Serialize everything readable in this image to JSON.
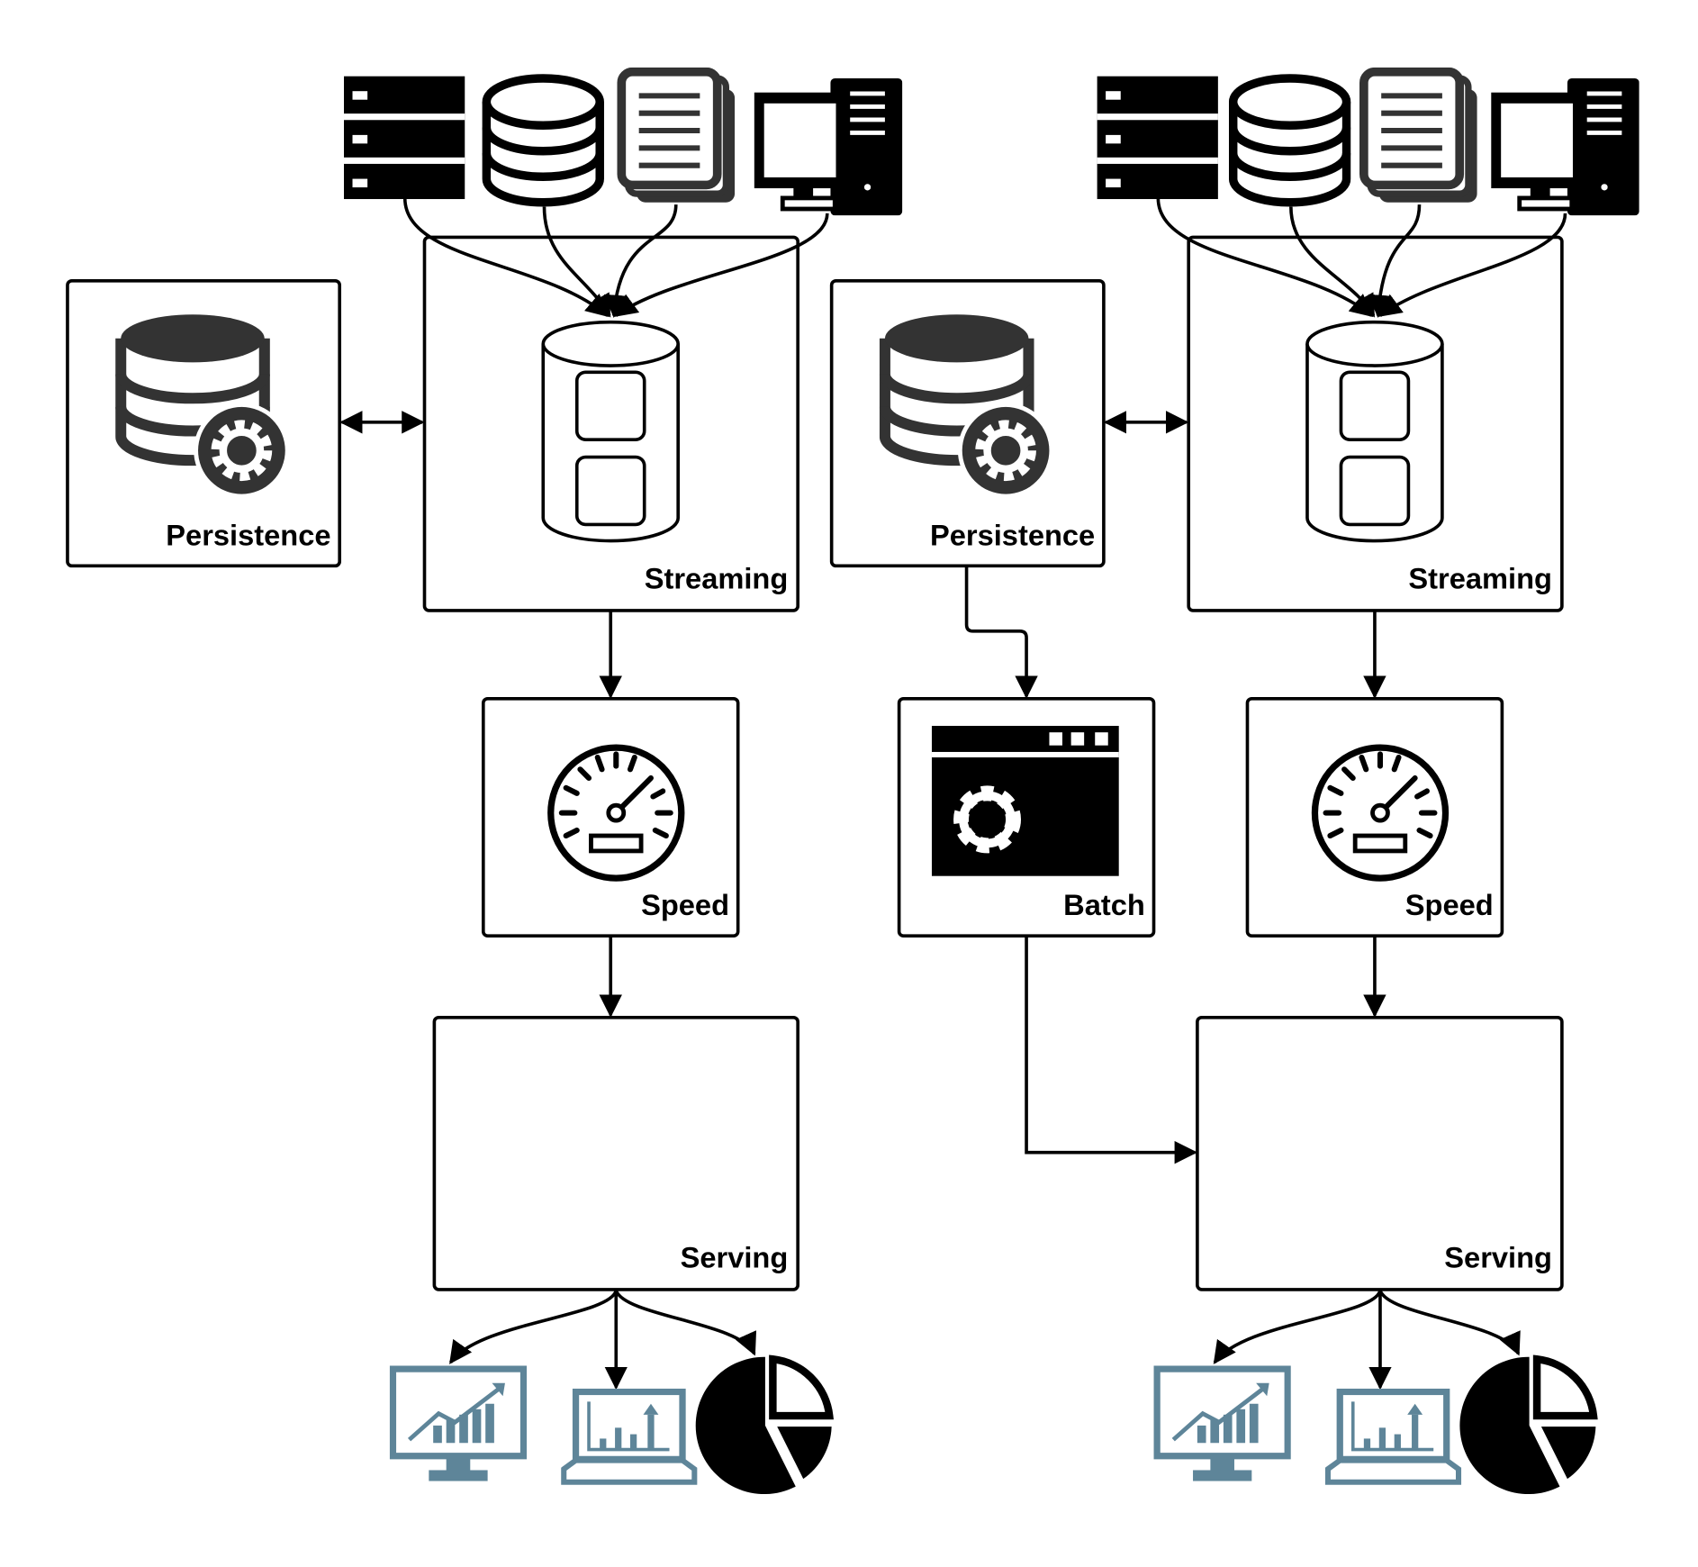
{
  "left_pipeline": {
    "persistence_label": "Persistence",
    "streaming_label": "Streaming",
    "speed_label": "Speed",
    "serving_label": "Serving"
  },
  "right_pipeline": {
    "persistence_label": "Persistence",
    "streaming_label": "Streaming",
    "batch_label": "Batch",
    "speed_label": "Speed",
    "serving_label": "Serving"
  },
  "icons": {
    "sources": [
      "server-icon",
      "database-icon",
      "documents-icon",
      "desktop-computer-icon"
    ],
    "outputs": [
      "monitor-chart-icon",
      "laptop-chart-icon",
      "pie-chart-icon"
    ]
  },
  "colors": {
    "stroke": "#000000",
    "output_icon": "#5e8599",
    "dark_icon": "#333333"
  }
}
